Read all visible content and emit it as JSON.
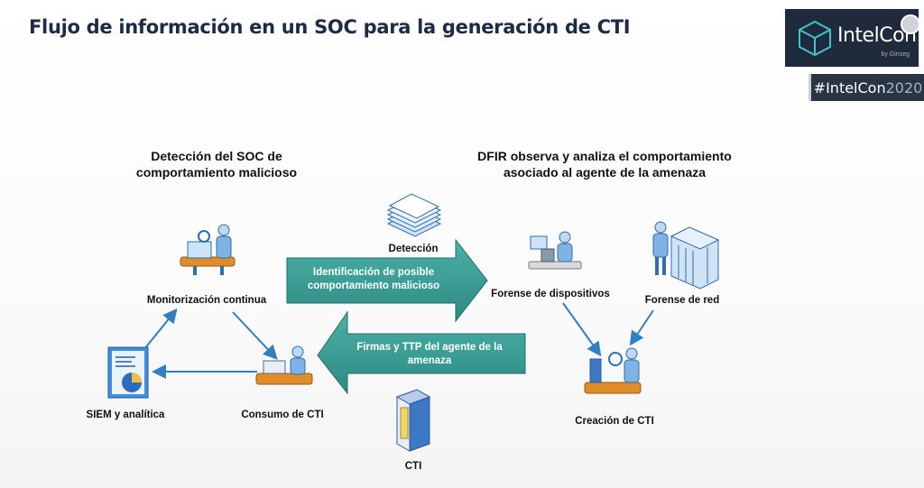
{
  "slide": {
    "title": "Flujo de información en un SOC para la generación de CTI"
  },
  "branding": {
    "logo_text": "IntelCon",
    "logo_sub": "by Ginseg",
    "hashtag_prefix": "#IntelCon",
    "hashtag_year": "2020",
    "logo_bg": "#1f2b3d",
    "hashtag_bg": "#2a3442"
  },
  "left_section": {
    "header_line1": "Detección del SOC de",
    "header_line2": "comportamiento malicioso",
    "nodes": {
      "monitoring": "Monitorización continua",
      "siem": "SIEM y analítica",
      "consumption": "Consumo de CTI"
    }
  },
  "right_section": {
    "header_line1": "DFIR observa y analiza el comportamiento",
    "header_line2": "asociado al agente de la amenaza",
    "nodes": {
      "device_forensics": "Forense de dispositivos",
      "network_forensics": "Forense de red",
      "cti_creation": "Creación de CTI"
    }
  },
  "center": {
    "detection_label": "Detección",
    "cti_label": "CTI",
    "arrow_right_line1": "Identificación de posible",
    "arrow_right_line2": "comportamiento malicioso",
    "arrow_left_line1": "Firmas y TTP del agente de la",
    "arrow_left_line2": "amenaza"
  },
  "colors": {
    "teal_arrow": "#3b9e95",
    "flow_arrow": "#2f7fc1",
    "title": "#1d2b44"
  }
}
